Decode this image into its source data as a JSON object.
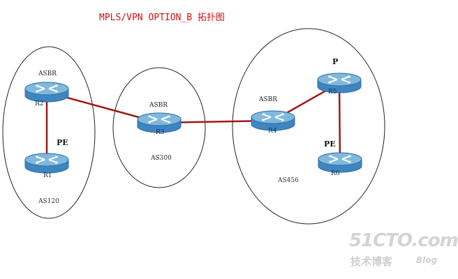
{
  "title": "MPLS/VPN OPTION_B 拓扑图",
  "colors": {
    "title": "#cc1111",
    "link": "#a01818",
    "router_top": "#7fb8dd",
    "router_body": "#3f86c0",
    "router_shadow": "#2a6ea8"
  },
  "autonomous_systems": [
    {
      "id": "as120",
      "label": "AS120"
    },
    {
      "id": "as300",
      "label": "AS300"
    },
    {
      "id": "as456",
      "label": "AS456"
    }
  ],
  "routers": [
    {
      "id": "r2",
      "label": "R2",
      "role": "ASBR",
      "icon": "router-icon"
    },
    {
      "id": "r1",
      "label": "R1",
      "role": "PE",
      "icon": "router-icon"
    },
    {
      "id": "r3",
      "label": "R3",
      "role": "ASBR",
      "icon": "router-icon"
    },
    {
      "id": "r4",
      "label": "R4",
      "role": "ASBR",
      "icon": "router-icon"
    },
    {
      "id": "r5",
      "label": "R5",
      "role": "P",
      "icon": "router-icon"
    },
    {
      "id": "r6",
      "label": "R6",
      "role": "PE",
      "icon": "router-icon"
    }
  ],
  "links": [
    {
      "from": "r2",
      "to": "r1"
    },
    {
      "from": "r2",
      "to": "r3"
    },
    {
      "from": "r3",
      "to": "r4"
    },
    {
      "from": "r4",
      "to": "r5"
    },
    {
      "from": "r5",
      "to": "r6"
    }
  ],
  "watermark": {
    "main": "51CTO.com",
    "sub": "技术博客",
    "blog": "Blog"
  }
}
